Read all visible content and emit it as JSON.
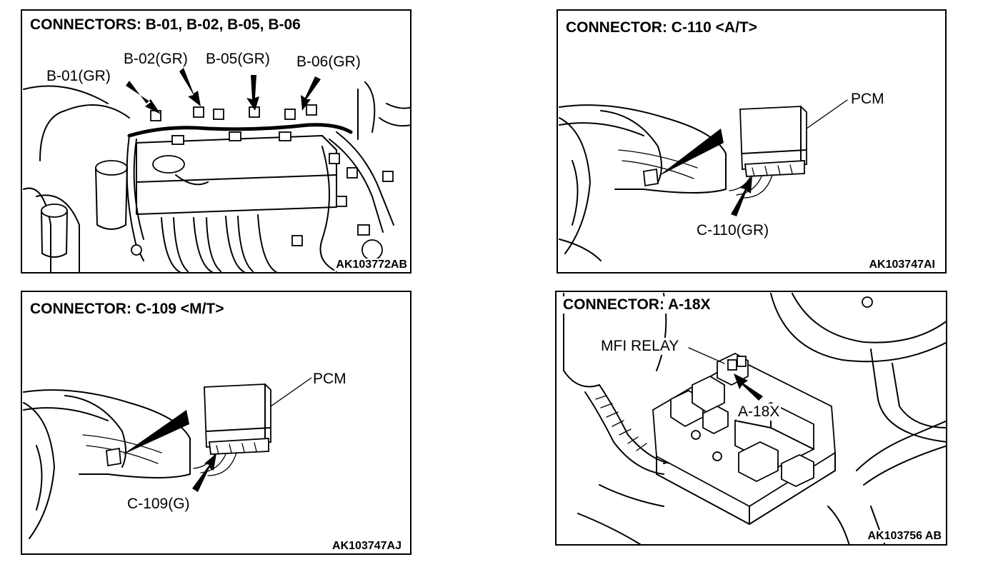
{
  "panels": {
    "b_connectors": {
      "title": "CONNECTORS: B-01, B-02, B-05, B-06",
      "labels": {
        "b01": "B-01(GR)",
        "b02": "B-02(GR)",
        "b05": "B-05(GR)",
        "b06": "B-06(GR)"
      },
      "code": "AK103772AB"
    },
    "c110": {
      "title": "CONNECTOR: C-110 <A/T>",
      "labels": {
        "pcm": "PCM",
        "connector": "C-110(GR)"
      },
      "code": "AK103747AI"
    },
    "c109": {
      "title": "CONNECTOR: C-109 <M/T>",
      "labels": {
        "pcm": "PCM",
        "connector": "C-109(G)"
      },
      "code": "AK103747AJ"
    },
    "a18x": {
      "title": "CONNECTOR: A-18X",
      "labels": {
        "relay": "MFI RELAY",
        "connector": "A-18X"
      },
      "code": "AK103756 AB"
    }
  }
}
